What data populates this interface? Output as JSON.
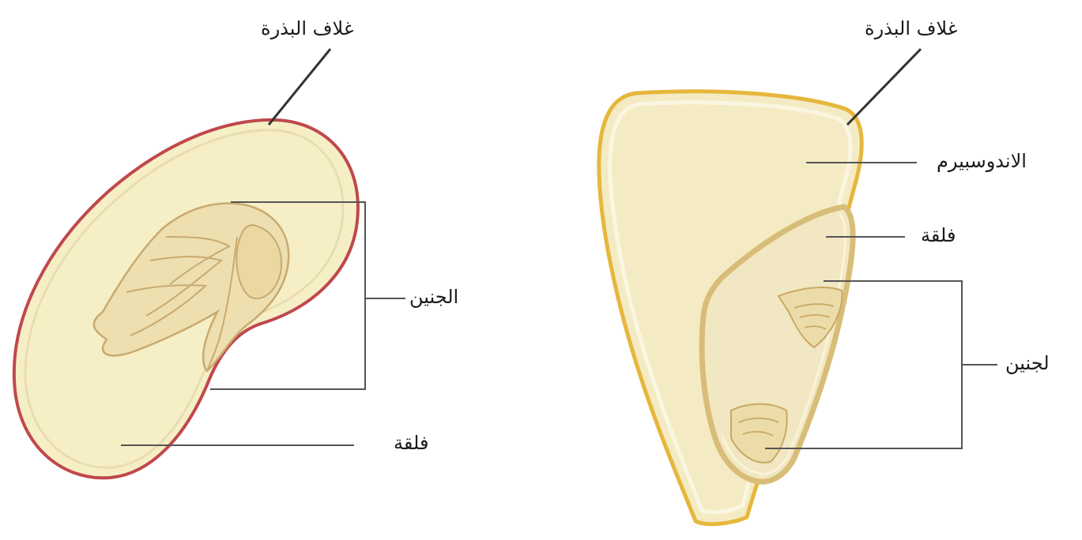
{
  "left_seed": {
    "labels": {
      "seed_coat": "غلاف البذرة",
      "embryo": "الجنين",
      "cotyledon": "فلقة"
    },
    "colors": {
      "coat": "#c0484c",
      "fill": "#f6efc6",
      "leader": "#555555"
    }
  },
  "right_seed": {
    "labels": {
      "seed_coat": "غلاف البذرة",
      "endosperm": "الاندوسبيرم",
      "cotyledon": "فلقة",
      "embryo": "لجنين"
    },
    "colors": {
      "coat": "#e6b73c",
      "fill": "#f4ebc4",
      "leader": "#555555"
    }
  }
}
